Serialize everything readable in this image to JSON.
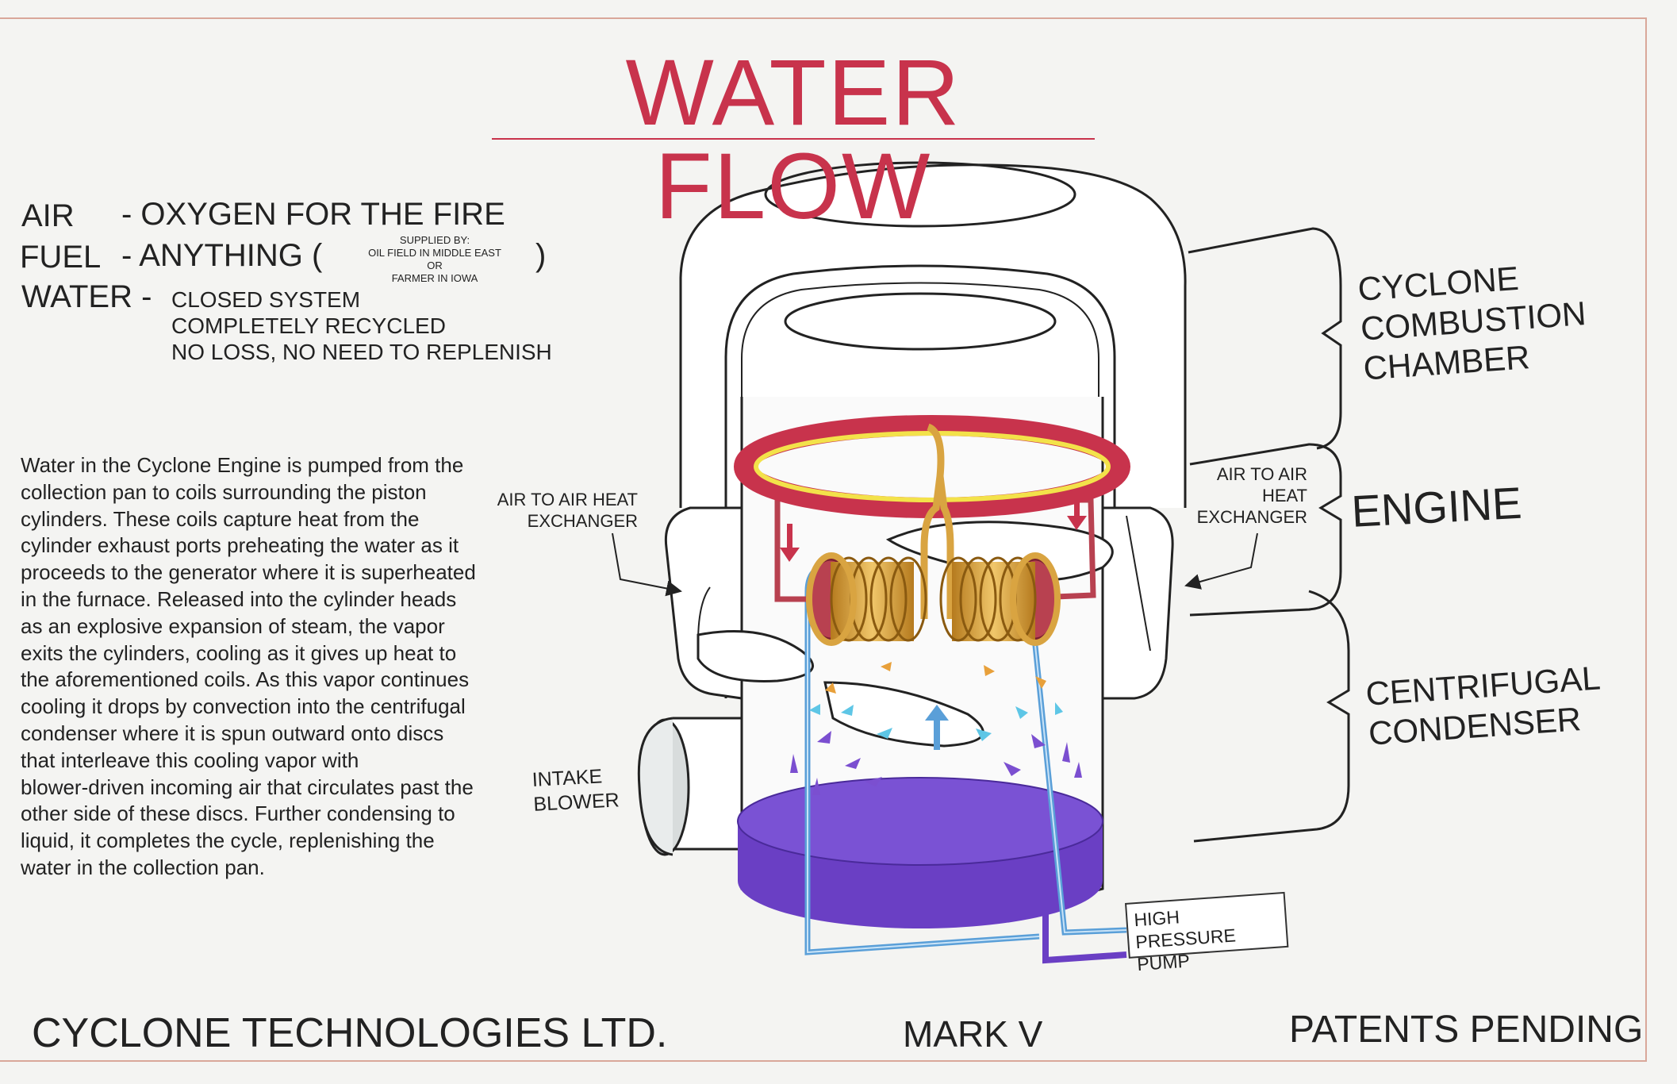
{
  "title": "WATER FLOW",
  "colors": {
    "title": "#c8334c",
    "frame": "#d9a79a",
    "heat_ring": "#c8334c",
    "flame": "#f3e24a",
    "coil": "#d9a441",
    "water_pan": "#6a3fc4",
    "water_line": "#5a9fd8",
    "arrow_down": "#c8334c",
    "droplet_cyan": "#5ec6e6",
    "droplet_orange": "#e8a03a",
    "droplet_violet": "#7b4fd0"
  },
  "specs": {
    "air_key": "AIR",
    "air_value": "- OXYGEN FOR THE FIRE",
    "fuel_key": "FUEL",
    "fuel_value": "- ANYTHING (",
    "fuel_close": ")",
    "fuel_supplied_by": "SUPPLIED BY:",
    "fuel_source_1": "OIL FIELD IN MIDDLE EAST",
    "fuel_or": "OR",
    "fuel_source_2": "FARMER IN IOWA",
    "water_key": "WATER -",
    "water_lines": [
      "CLOSED SYSTEM",
      "COMPLETELY RECYCLED",
      "NO LOSS, NO NEED TO REPLENISH"
    ]
  },
  "description_lines": [
    "Water in the Cyclone Engine is pumped from the",
    "collection pan to coils surrounding the piston",
    "cylinders. These coils capture heat from the",
    "cylinder exhaust ports preheating the water as it",
    "proceeds to the generator where it is superheated",
    "in the furnace. Released into the cylinder heads",
    "as an explosive expansion of steam, the vapor",
    "exits the cylinders, cooling as it gives up heat to",
    "the aforementioned coils. As this vapor continues",
    "cooling it drops by convection into the centrifugal",
    "condenser where it is spun outward onto discs",
    "that interleave this cooling vapor with",
    "blower-driven incoming air that circulates past the",
    "other side of these discs. Further condensing to",
    "liquid, it completes the cycle, replenishing the",
    "water in the collection pan."
  ],
  "labels": {
    "heat_exchanger_left": [
      "AIR TO AIR HEAT",
      "EXCHANGER"
    ],
    "heat_exchanger_right": [
      "AIR TO AIR",
      "HEAT",
      "EXCHANGER"
    ],
    "intake_blower": [
      "INTAKE",
      "BLOWER"
    ],
    "pump": [
      "HIGH PRESSURE",
      "PUMP"
    ]
  },
  "sections": {
    "combustion": [
      "CYCLONE",
      "COMBUSTION",
      "CHAMBER"
    ],
    "engine": "ENGINE",
    "condenser": [
      "CENTRIFUGAL",
      "CONDENSER"
    ]
  },
  "footer": {
    "company": "CYCLONE TECHNOLOGIES LTD.",
    "model": "MARK V",
    "patents": "PATENTS PENDING"
  }
}
